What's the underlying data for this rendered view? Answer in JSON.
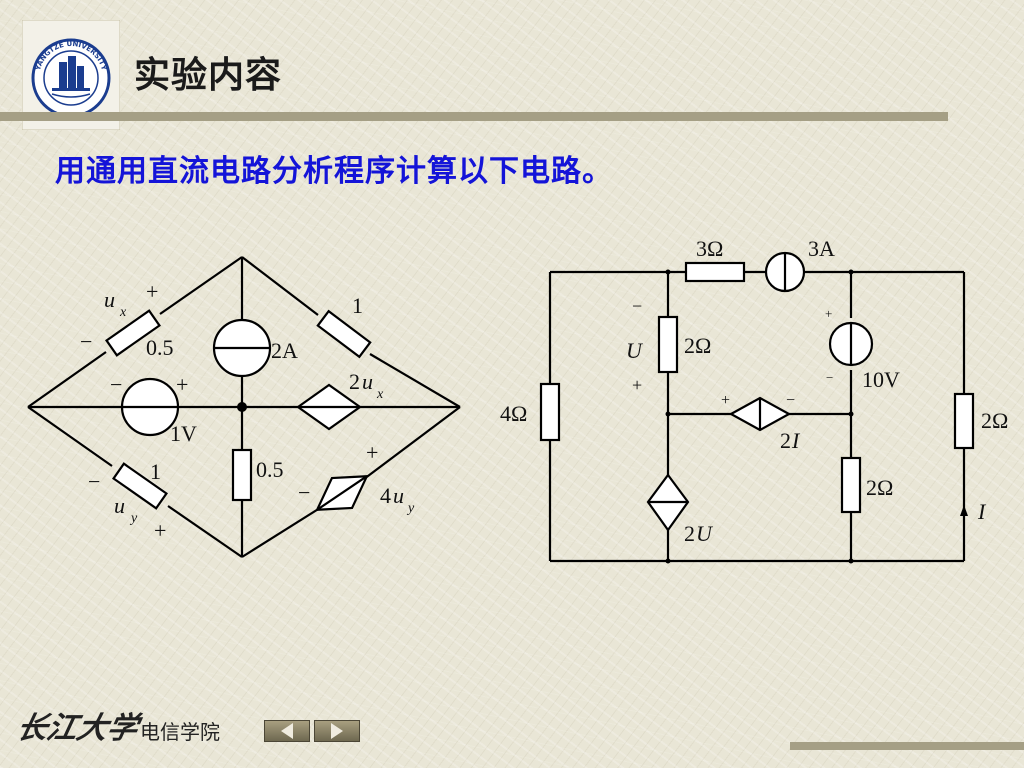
{
  "header": {
    "title": "实验内容",
    "logo_text": "YANGTZE UNIVERSITY"
  },
  "subtitle": "用通用直流电路分析程序计算以下电路。",
  "circuit_left": {
    "labels": {
      "ux_u": "u",
      "ux_sub": "x",
      "ux_plus": "+",
      "ux_minus": "−",
      "r1": "0.5",
      "cs": "2A",
      "r2": "1",
      "vs_minus": "−",
      "vs_plus": "+",
      "vs": "1V",
      "dep_v_coef": "2",
      "dep_v_u": "u",
      "dep_v_sub": "x",
      "r3": "0.5",
      "dep_i_plus": "+",
      "dep_i_minus": "−",
      "dep_i_coef": "4",
      "dep_i_u": "u",
      "dep_i_sub": "y",
      "r4": "1",
      "uy_u": "u",
      "uy_sub": "y",
      "uy_plus": "+",
      "uy_minus": "−"
    }
  },
  "circuit_right": {
    "labels": {
      "r_top": "3Ω",
      "cs": "3A",
      "u_minus": "−",
      "u": "U",
      "u_plus": "+",
      "r_u": "2Ω",
      "vs_plus": "+",
      "vs_minus": "−",
      "vs": "10V",
      "r_left": "4Ω",
      "dep_v_plus": "+",
      "dep_v_minus": "−",
      "dep_v_coef": "2",
      "dep_v_var": "I",
      "r_mid": "2Ω",
      "r_right": "2Ω",
      "dep_i_coef": "2",
      "dep_i_var": "U",
      "i_label": "I"
    }
  },
  "footer": {
    "school": "长江大学",
    "dept": "电信学院"
  },
  "colors": {
    "subtitle": "#1414d8",
    "rule": "#a59f85",
    "wire": "#000000"
  }
}
